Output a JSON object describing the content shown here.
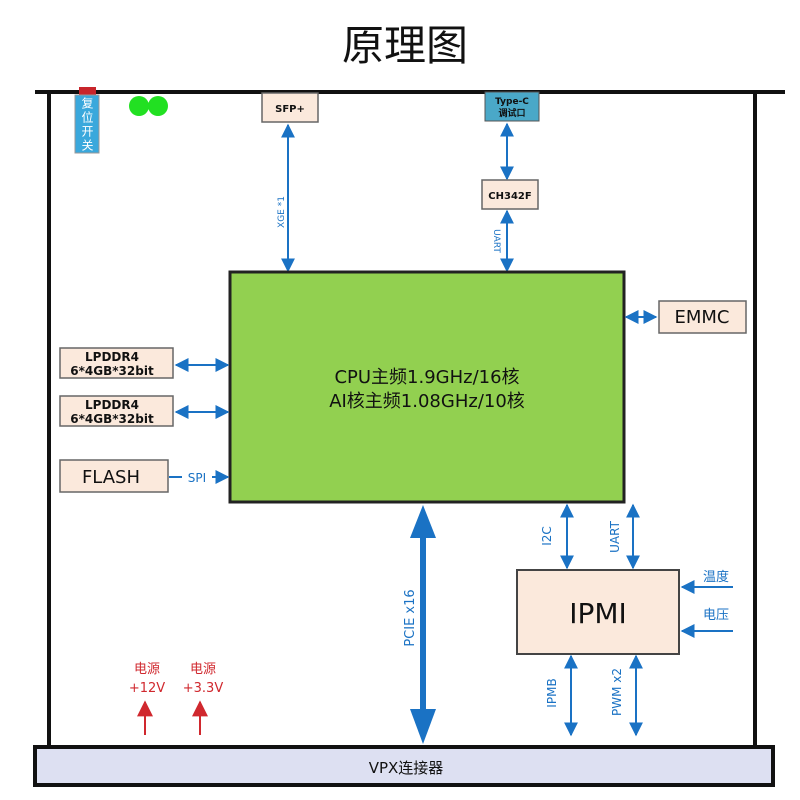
{
  "title": "原理图",
  "reset_switch": {
    "label": "复位开关",
    "chars": [
      "复",
      "位",
      "开",
      "关"
    ]
  },
  "indicator_leds": {
    "color": "#22e022",
    "count": 2
  },
  "colors": {
    "cpu": "#92d050",
    "box": "#fbe9dc",
    "typec": "#4aa8c8",
    "reset": "#3aa8dc",
    "signal": "#1a72c4",
    "power": "#d0282e",
    "vpx": "#dde0f2"
  },
  "sfp": {
    "label": "SFP+",
    "link": "XGE *1"
  },
  "typec": {
    "line1": "Type-C",
    "line2": "调试口"
  },
  "ch342f": {
    "label": "CH342F",
    "link": "UART"
  },
  "cpu": {
    "line1": "CPU主频1.9GHz/16核",
    "line2": "AI核主频1.08GHz/10核"
  },
  "emmc": {
    "label": "EMMC"
  },
  "lpddr": [
    {
      "line1": "LPDDR4",
      "line2": "6*4GB*32bit"
    },
    {
      "line1": "LPDDR4",
      "line2": "6*4GB*32bit"
    }
  ],
  "flash": {
    "label": "FLASH",
    "link": "SPI"
  },
  "pcie": {
    "label": "PCIE x16"
  },
  "ipmi": {
    "label": "IPMI",
    "top_links": [
      "I2C",
      "UART"
    ],
    "inputs": [
      "温度",
      "电压"
    ],
    "bottom_links": [
      "IPMB",
      "PWM x2"
    ]
  },
  "power": [
    {
      "line1": "电源",
      "line2": "+12V"
    },
    {
      "line1": "电源",
      "line2": "+3.3V"
    }
  ],
  "vpx": {
    "label": "VPX连接器"
  }
}
